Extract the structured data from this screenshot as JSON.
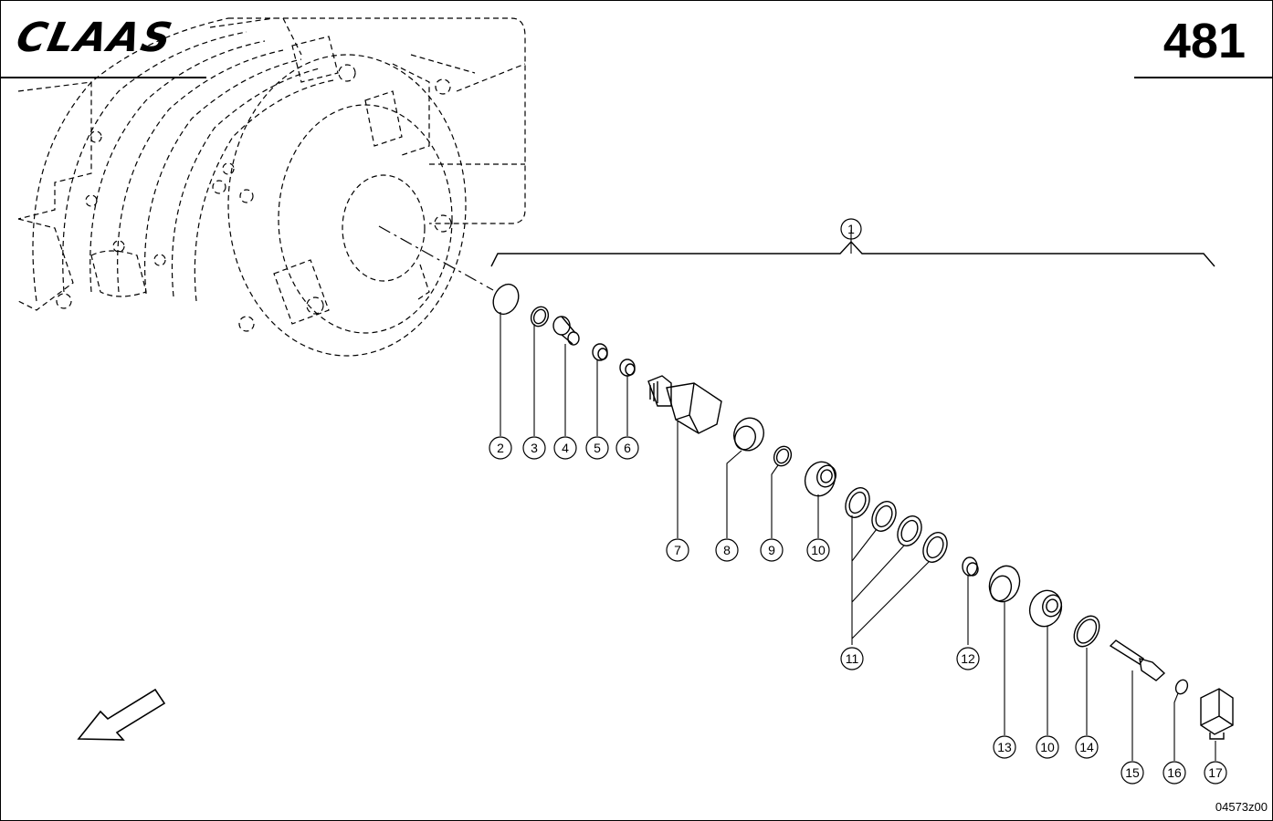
{
  "header": {
    "brand": "CLAAS",
    "page_number": "481"
  },
  "footer": {
    "drawing_code": "04573z00"
  },
  "callouts": [
    {
      "label": "1"
    },
    {
      "label": "2"
    },
    {
      "label": "3"
    },
    {
      "label": "4"
    },
    {
      "label": "5"
    },
    {
      "label": "6"
    },
    {
      "label": "7"
    },
    {
      "label": "8"
    },
    {
      "label": "9"
    },
    {
      "label": "10"
    },
    {
      "label": "11"
    },
    {
      "label": "12"
    },
    {
      "label": "13"
    },
    {
      "label": "10"
    },
    {
      "label": "14"
    },
    {
      "label": "15"
    },
    {
      "label": "16"
    },
    {
      "label": "17"
    }
  ]
}
